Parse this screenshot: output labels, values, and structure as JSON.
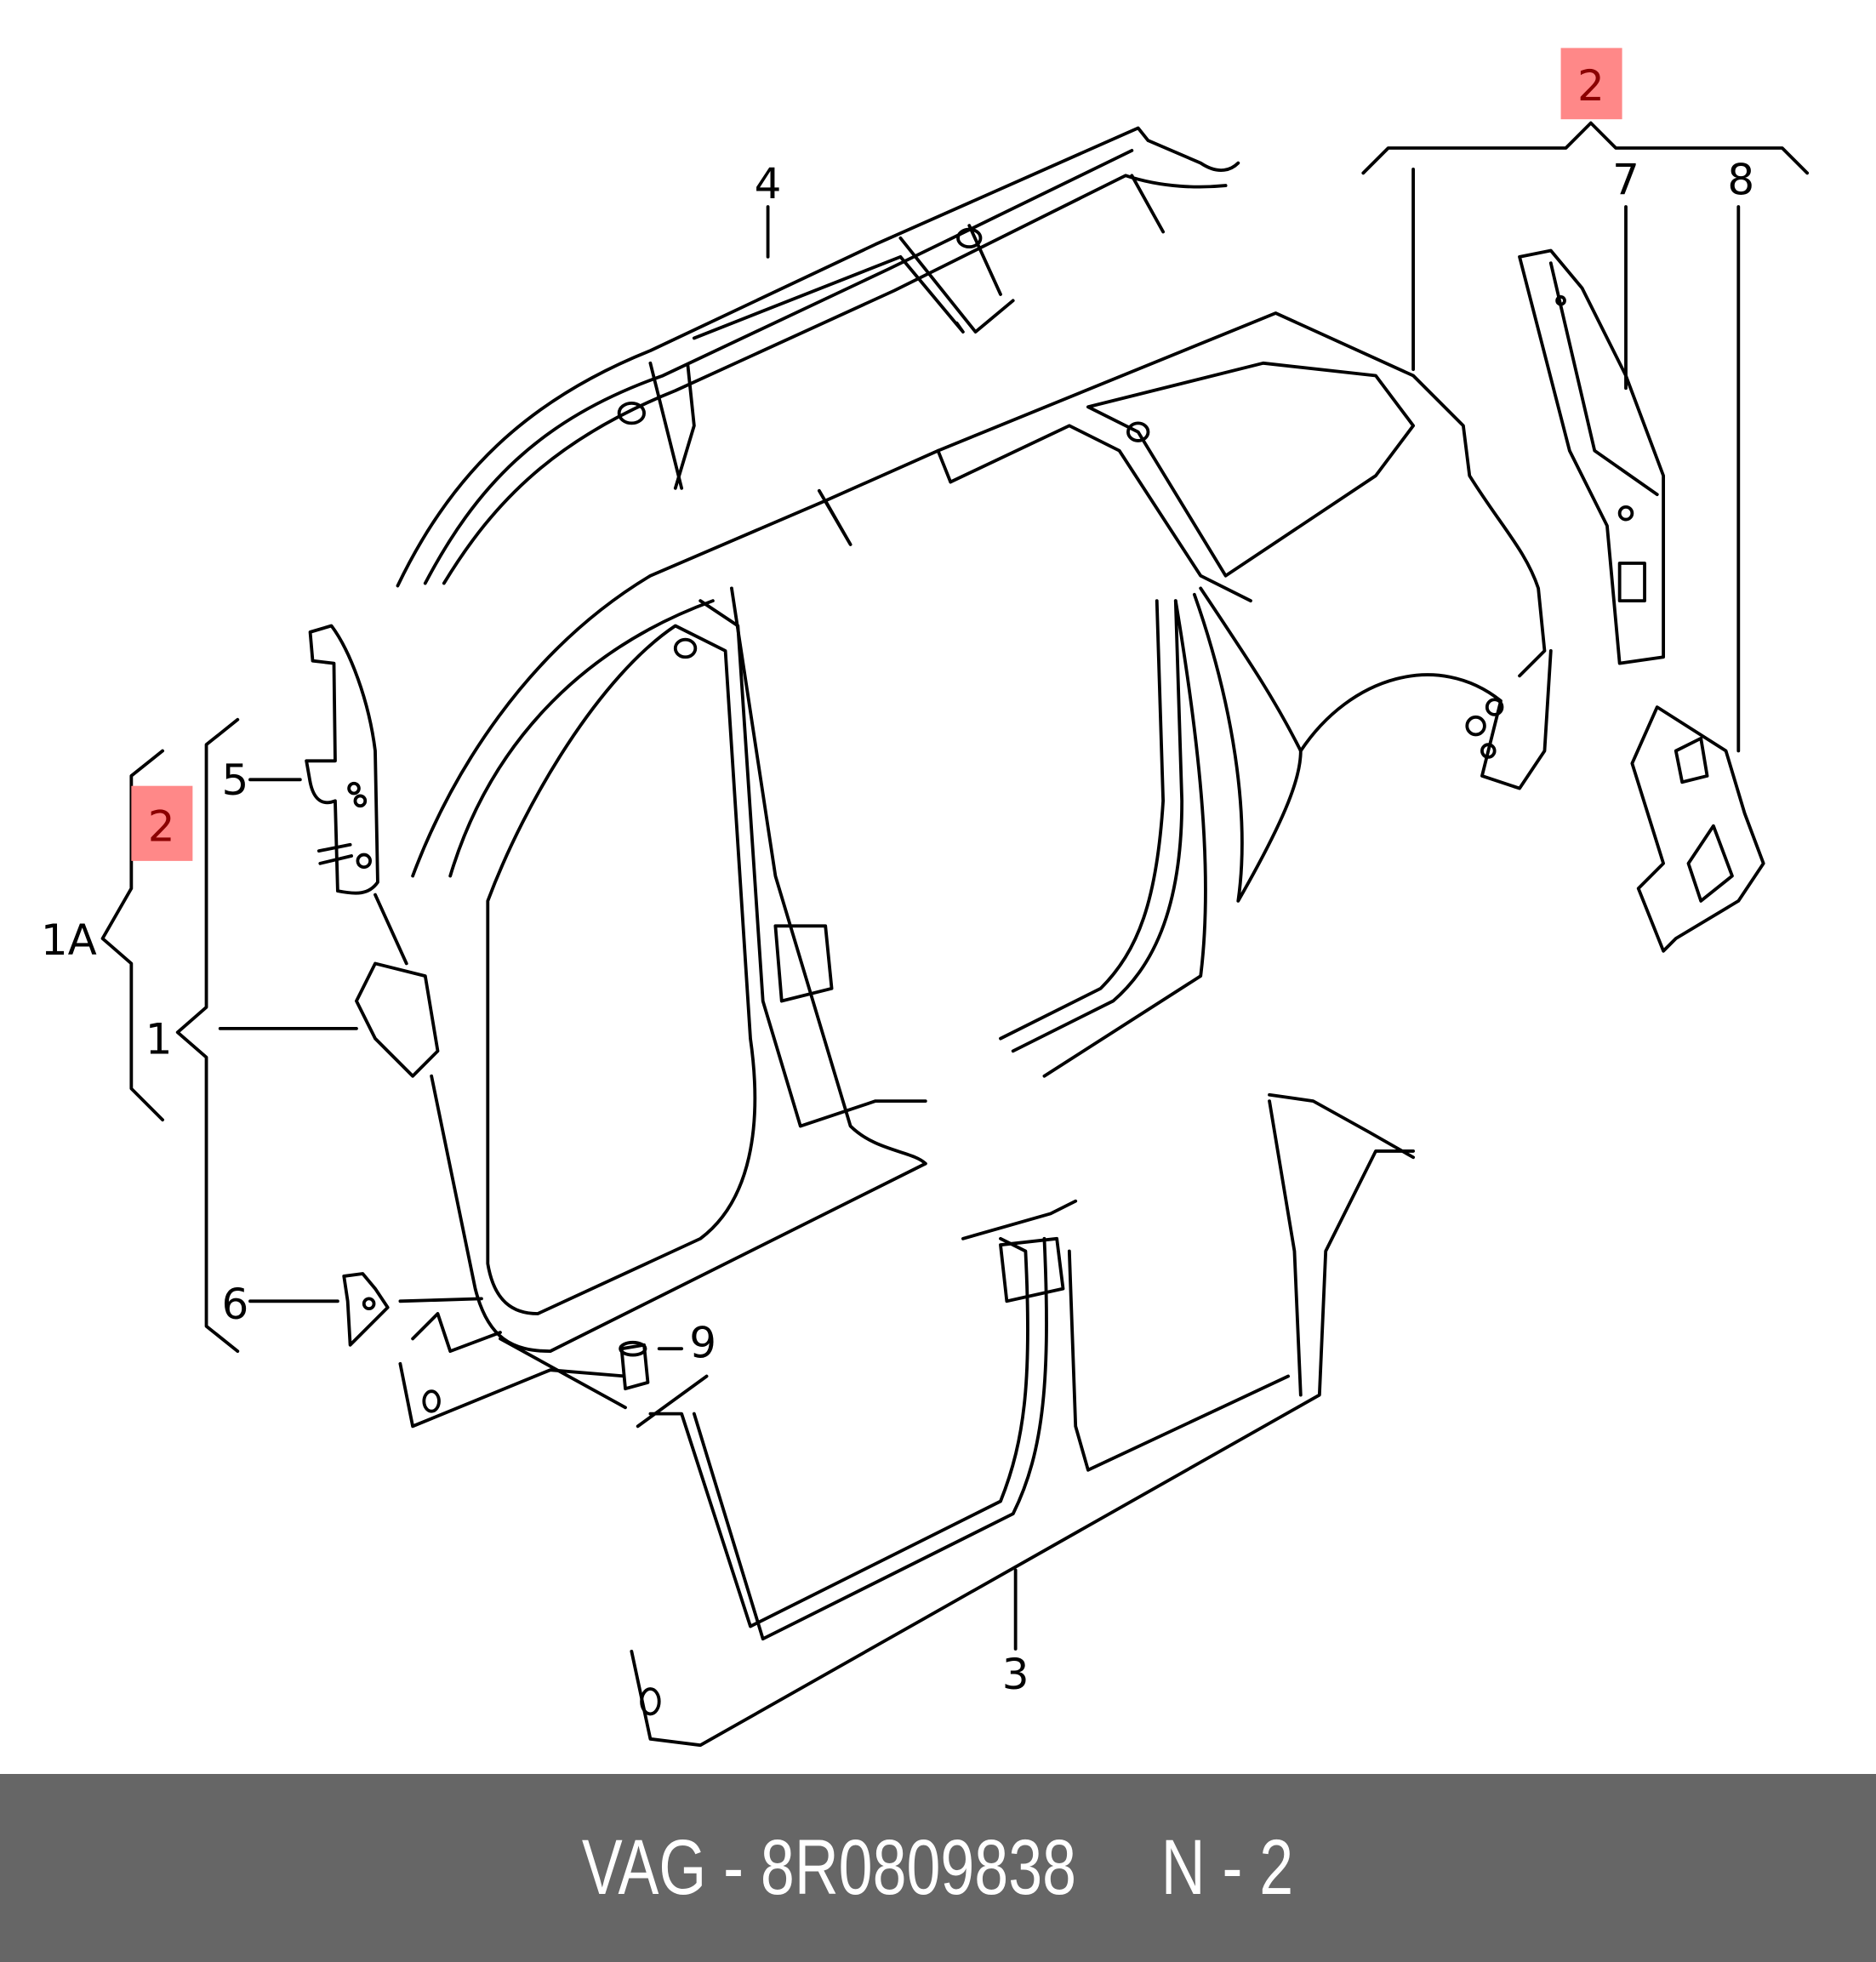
{
  "diagram": {
    "callouts": {
      "c1": "1",
      "c1a": "1A",
      "c2_top": "2",
      "c2_left": "2",
      "c3": "3",
      "c4": "4",
      "c5": "5",
      "c6": "6",
      "c7": "7",
      "c8": "8",
      "c9": "9"
    },
    "highlight_color": "#ff8888"
  },
  "footer": {
    "text": "VAG - 8R0809838     N - 2"
  }
}
